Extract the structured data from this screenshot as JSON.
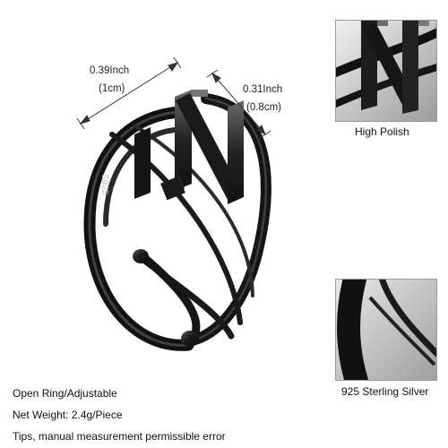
{
  "product": {
    "stamp": "S925",
    "dimensions": {
      "width_inch": "0.39Inch",
      "width_cm": "(1cm)",
      "height_inch": "0.31Inch",
      "height_cm": "(0.8cm)"
    }
  },
  "details": [
    {
      "caption": "High Polish",
      "icon": "letter-closeup-icon"
    },
    {
      "caption": "925 Sterling Silver",
      "icon": "s925-stamp-closeup-icon",
      "stamp": "S925"
    }
  ],
  "specs": [
    "Open Ring/Adjustable",
    "Net Weight: 2.4g/Piece",
    "Tips, manual measurement permissible error"
  ],
  "colors": {
    "metal": "#1a1a1a",
    "highlight": "#6e6e6e",
    "background": "#ffffff",
    "thumb_bg": "#d8d8d8"
  }
}
